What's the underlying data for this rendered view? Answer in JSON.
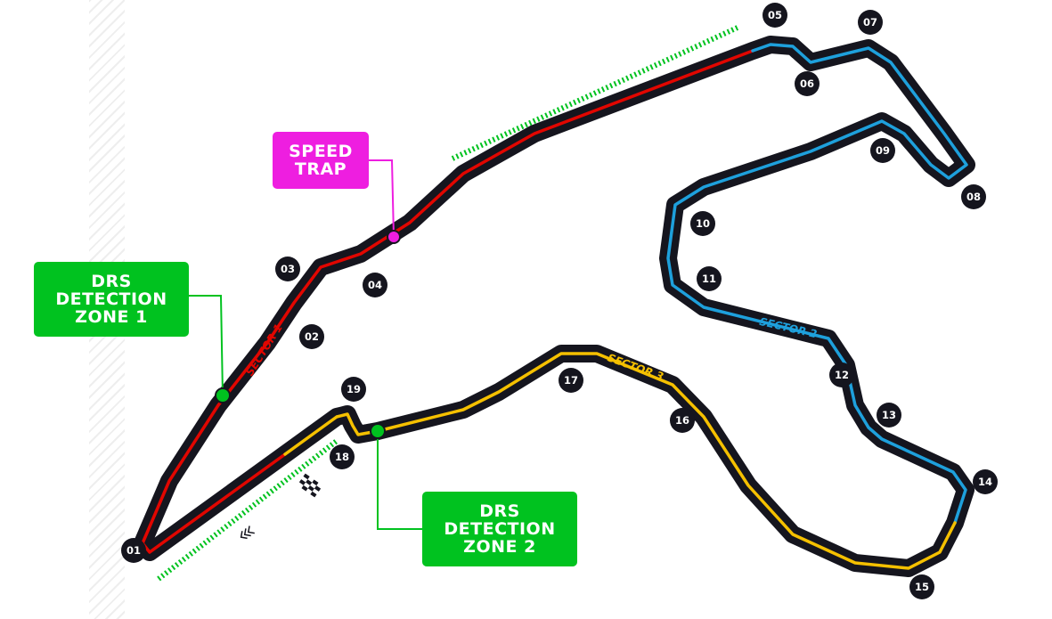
{
  "callouts": {
    "drs_zone_1": "DRS\nDETECTION\nZONE 1",
    "drs_zone_2": "DRS\nDETECTION\nZONE 2",
    "speed_trap": "SPEED\nTRAP"
  },
  "sectors": {
    "sector_1": "SECTOR 1",
    "sector_2": "SECTOR 2",
    "sector_3": "SECTOR 3"
  },
  "turns": [
    "01",
    "02",
    "03",
    "04",
    "05",
    "06",
    "07",
    "08",
    "09",
    "10",
    "11",
    "12",
    "13",
    "14",
    "15",
    "16",
    "17",
    "18",
    "19"
  ],
  "colors": {
    "track": "#15151e",
    "sector_1": "#e10600",
    "sector_2": "#1ea0dc",
    "sector_3": "#f5c000",
    "drs": "#00c21f",
    "speed_trap": "#ee1ee0",
    "turn_badge": "#15151e"
  },
  "icons": {
    "start_finish": "chequered-flag-icon",
    "direction": "direction-chevrons-icon"
  }
}
